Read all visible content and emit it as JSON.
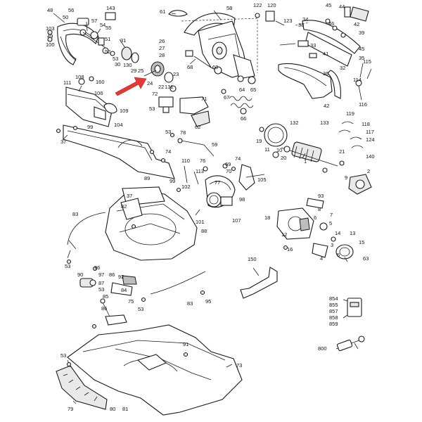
{
  "diagram": {
    "accent_color": "#e53935",
    "callouts": [
      {
        "id": "c48",
        "text": "48"
      },
      {
        "id": "c56",
        "text": "56"
      },
      {
        "id": "c50",
        "text": "50"
      },
      {
        "id": "c103",
        "text": "103"
      },
      {
        "id": "c49",
        "text": "49"
      },
      {
        "id": "c100",
        "text": "100"
      },
      {
        "id": "c58",
        "text": "58"
      },
      {
        "id": "c143",
        "text": "143"
      },
      {
        "id": "c55",
        "text": "55"
      },
      {
        "id": "c57",
        "text": "57"
      },
      {
        "id": "c54",
        "text": "54"
      },
      {
        "id": "c51",
        "text": "51"
      },
      {
        "id": "c52",
        "text": "52"
      },
      {
        "id": "c53a",
        "text": "53"
      },
      {
        "id": "c31",
        "text": "31"
      },
      {
        "id": "c30",
        "text": "30"
      },
      {
        "id": "c130",
        "text": "130"
      },
      {
        "id": "c29",
        "text": "29"
      },
      {
        "id": "c25",
        "text": "25"
      },
      {
        "id": "c24",
        "text": "24"
      },
      {
        "id": "c22",
        "text": "22"
      },
      {
        "id": "c131",
        "text": "131"
      },
      {
        "id": "c23",
        "text": "23"
      },
      {
        "id": "c61",
        "text": "61"
      },
      {
        "id": "c26",
        "text": "26"
      },
      {
        "id": "c27",
        "text": "27"
      },
      {
        "id": "c28",
        "text": "28"
      },
      {
        "id": "c68",
        "text": "68"
      },
      {
        "id": "c122",
        "text": "122"
      },
      {
        "id": "c120",
        "text": "120"
      },
      {
        "id": "c123",
        "text": "123"
      },
      {
        "id": "c45a",
        "text": "45"
      },
      {
        "id": "c44",
        "text": "44"
      },
      {
        "id": "c38",
        "text": "38"
      },
      {
        "id": "c34",
        "text": "34"
      },
      {
        "id": "c46",
        "text": "46"
      },
      {
        "id": "c33",
        "text": "33"
      },
      {
        "id": "c42a",
        "text": "42"
      },
      {
        "id": "c39",
        "text": "39"
      },
      {
        "id": "c41",
        "text": "41"
      },
      {
        "id": "c32",
        "text": "32"
      },
      {
        "id": "c45b",
        "text": "45"
      },
      {
        "id": "c35",
        "text": "35"
      },
      {
        "id": "c36",
        "text": "36"
      },
      {
        "id": "c115",
        "text": "115"
      },
      {
        "id": "c114",
        "text": "114"
      },
      {
        "id": "c116",
        "text": "116"
      },
      {
        "id": "c111",
        "text": "111"
      },
      {
        "id": "c108",
        "text": "108"
      },
      {
        "id": "c160",
        "text": "160"
      },
      {
        "id": "c106",
        "text": "106"
      },
      {
        "id": "c109",
        "text": "109"
      },
      {
        "id": "c60",
        "text": "60"
      },
      {
        "id": "c64",
        "text": "64"
      },
      {
        "id": "c65",
        "text": "65"
      },
      {
        "id": "c72",
        "text": "72"
      },
      {
        "id": "c71",
        "text": "71"
      },
      {
        "id": "c67",
        "text": "67"
      },
      {
        "id": "c62",
        "text": "62"
      },
      {
        "id": "c53b",
        "text": "53"
      },
      {
        "id": "c66",
        "text": "66"
      },
      {
        "id": "c42b",
        "text": "42"
      },
      {
        "id": "c132",
        "text": "132"
      },
      {
        "id": "c133",
        "text": "133"
      },
      {
        "id": "c119",
        "text": "119"
      },
      {
        "id": "c118",
        "text": "118"
      },
      {
        "id": "c117",
        "text": "117"
      },
      {
        "id": "c124",
        "text": "124"
      },
      {
        "id": "c140",
        "text": "140"
      },
      {
        "id": "c37a",
        "text": "37"
      },
      {
        "id": "c99a",
        "text": "99"
      },
      {
        "id": "c104",
        "text": "104"
      },
      {
        "id": "c53c",
        "text": "53"
      },
      {
        "id": "c78",
        "text": "78"
      },
      {
        "id": "c59",
        "text": "59"
      },
      {
        "id": "c19",
        "text": "19"
      },
      {
        "id": "c11",
        "text": "11"
      },
      {
        "id": "c10",
        "text": "10"
      },
      {
        "id": "c20",
        "text": "20"
      },
      {
        "id": "c1",
        "text": "1"
      },
      {
        "id": "c21",
        "text": "21"
      },
      {
        "id": "c2",
        "text": "2"
      },
      {
        "id": "c9",
        "text": "9"
      },
      {
        "id": "c74a",
        "text": "74"
      },
      {
        "id": "c110",
        "text": "110"
      },
      {
        "id": "c76",
        "text": "76"
      },
      {
        "id": "c113",
        "text": "113"
      },
      {
        "id": "c69",
        "text": "69"
      },
      {
        "id": "c70",
        "text": "70"
      },
      {
        "id": "c74b",
        "text": "74"
      },
      {
        "id": "c105",
        "text": "105"
      },
      {
        "id": "c89",
        "text": "89"
      },
      {
        "id": "c99b",
        "text": "99"
      },
      {
        "id": "c102",
        "text": "102"
      },
      {
        "id": "c77",
        "text": "77"
      },
      {
        "id": "c98",
        "text": "98"
      },
      {
        "id": "c107",
        "text": "107"
      },
      {
        "id": "c37b",
        "text": "37"
      },
      {
        "id": "c82",
        "text": "82"
      },
      {
        "id": "c83a",
        "text": "83"
      },
      {
        "id": "c101",
        "text": "101"
      },
      {
        "id": "c88",
        "text": "88"
      },
      {
        "id": "c93",
        "text": "93"
      },
      {
        "id": "c8",
        "text": "8"
      },
      {
        "id": "c7",
        "text": "7"
      },
      {
        "id": "c18",
        "text": "18"
      },
      {
        "id": "c6",
        "text": "6"
      },
      {
        "id": "c5a",
        "text": "5"
      },
      {
        "id": "c12",
        "text": "12"
      },
      {
        "id": "c14",
        "text": "14"
      },
      {
        "id": "c13",
        "text": "13"
      },
      {
        "id": "c15",
        "text": "15"
      },
      {
        "id": "c16",
        "text": "16"
      },
      {
        "id": "c3",
        "text": "3"
      },
      {
        "id": "c4",
        "text": "4"
      },
      {
        "id": "c5b",
        "text": "5"
      },
      {
        "id": "c63",
        "text": "63"
      },
      {
        "id": "c53d",
        "text": "53"
      },
      {
        "id": "c90",
        "text": "90"
      },
      {
        "id": "c96",
        "text": "96"
      },
      {
        "id": "c97",
        "text": "97"
      },
      {
        "id": "c86a",
        "text": "86"
      },
      {
        "id": "c87",
        "text": "87"
      },
      {
        "id": "c53e",
        "text": "53"
      },
      {
        "id": "c92",
        "text": "92"
      },
      {
        "id": "c84",
        "text": "84"
      },
      {
        "id": "c85",
        "text": "85"
      },
      {
        "id": "c75",
        "text": "75"
      },
      {
        "id": "c86b",
        "text": "86"
      },
      {
        "id": "c53f",
        "text": "53"
      },
      {
        "id": "c83b",
        "text": "83"
      },
      {
        "id": "c95",
        "text": "95"
      },
      {
        "id": "c150",
        "text": "150"
      },
      {
        "id": "c854",
        "text": "854"
      },
      {
        "id": "c855",
        "text": "855"
      },
      {
        "id": "c857",
        "text": "857"
      },
      {
        "id": "c858",
        "text": "858"
      },
      {
        "id": "c859",
        "text": "859"
      },
      {
        "id": "c91",
        "text": "91"
      },
      {
        "id": "c800",
        "text": "800"
      },
      {
        "id": "c53g",
        "text": "53"
      },
      {
        "id": "c73",
        "text": "73"
      },
      {
        "id": "c79",
        "text": "79"
      },
      {
        "id": "c80",
        "text": "80"
      },
      {
        "id": "c81",
        "text": "81"
      }
    ]
  }
}
